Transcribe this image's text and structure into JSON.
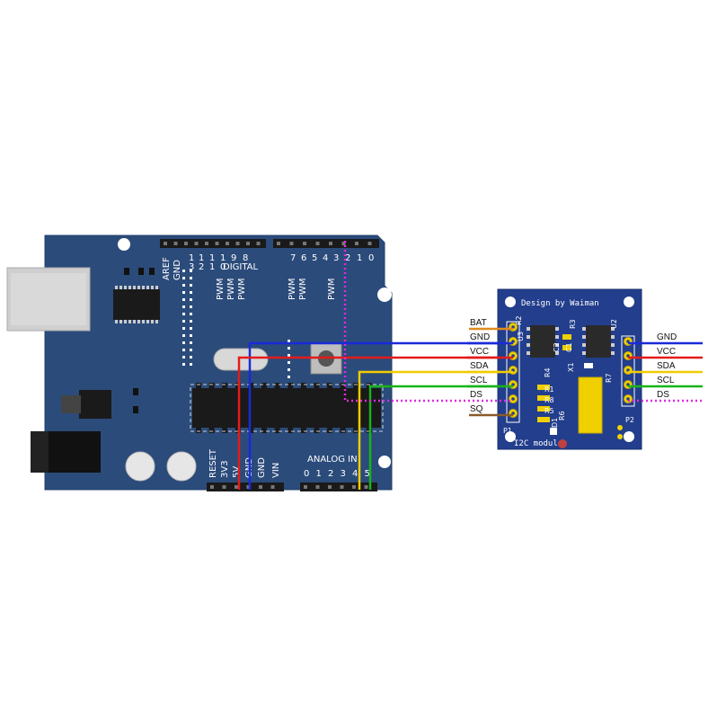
{
  "arduino": {
    "digital_header_label": "DIGITAL",
    "analog_header_label": "ANALOG IN",
    "top_pins": [
      "AREF",
      "GND",
      "13",
      "12",
      "11",
      "10",
      "9",
      "8",
      "7",
      "6",
      "5",
      "4",
      "3",
      "2",
      "1",
      "0"
    ],
    "pwm_label": "PWM",
    "power_pins": [
      "RESET",
      "3V3",
      "5V",
      "GND",
      "GND",
      "VIN"
    ],
    "analog_pins": [
      "0",
      "1",
      "2",
      "3",
      "4",
      "5"
    ]
  },
  "module": {
    "title": "Design by Waiman",
    "footer": "I2C modules",
    "left_header": "P1",
    "right_header": "P2",
    "silk_labels": [
      "U3",
      "U2",
      "R2",
      "R3",
      "C1",
      "C2",
      "R4",
      "X1",
      "R7",
      "R1",
      "R8",
      "R5",
      "R6",
      "D1"
    ],
    "left_pins": [
      "BAT",
      "GND",
      "VCC",
      "SDA",
      "SCL",
      "DS",
      "SQ"
    ],
    "right_pins": [
      "GND",
      "VCC",
      "SDA",
      "SCL",
      "DS"
    ]
  },
  "wire_colors": {
    "BAT": "#e08a1e",
    "GND": "#1a2ad8",
    "VCC": "#e31b1b",
    "SDA": "#f2cc00",
    "SCL": "#18b418",
    "DS": "#e02ae0",
    "SQ": "#8a5a2a"
  }
}
